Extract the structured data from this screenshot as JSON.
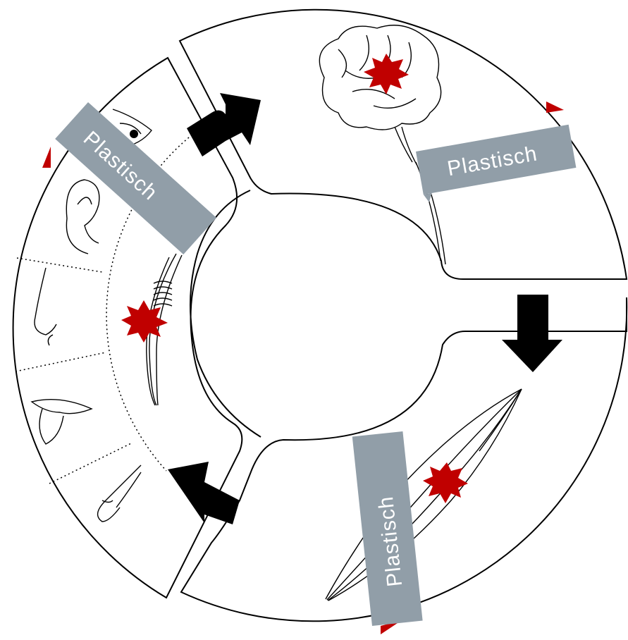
{
  "labels": {
    "brain": "Plastisch",
    "muscle": "Plastisch",
    "sensory": "Plastisch"
  },
  "colors": {
    "tag": "#919ea8",
    "accent": "#c00000",
    "outline": "#000000"
  },
  "icons": [
    "brain-icon",
    "muscle-icon",
    "eye-icon",
    "ear-icon",
    "nose-icon",
    "mouth-icon",
    "finger-icon",
    "spring-muscle-icon",
    "arrow-icon",
    "starburst-icon"
  ]
}
